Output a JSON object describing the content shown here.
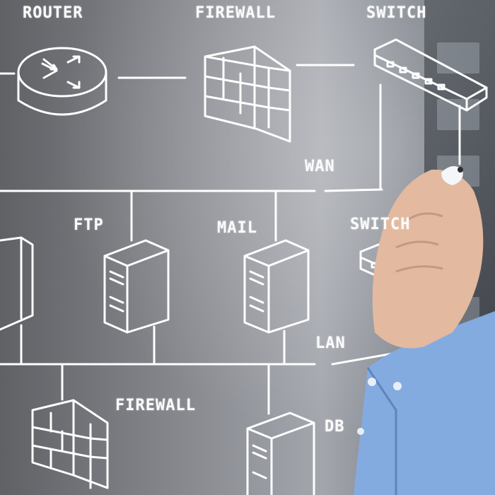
{
  "labels": {
    "router": "ROUTER",
    "firewall_top": "FIREWALL",
    "switch_top": "SWITCH",
    "wan": "WAN",
    "ftp": "FTP",
    "mail": "MAIL",
    "switch_right": "SWITCH",
    "lan": "LAN",
    "firewall_bottom": "FIREWALL",
    "db": "DB"
  },
  "icons": [
    "router-icon",
    "firewall-icon",
    "switch-icon",
    "server-icon",
    "database-icon",
    "hand-icon",
    "marker-icon"
  ],
  "colors": {
    "ink": "#ffffff",
    "background": "#8a8c92",
    "shirt": "#7fa6dd",
    "skin": "#e7bfa7"
  }
}
